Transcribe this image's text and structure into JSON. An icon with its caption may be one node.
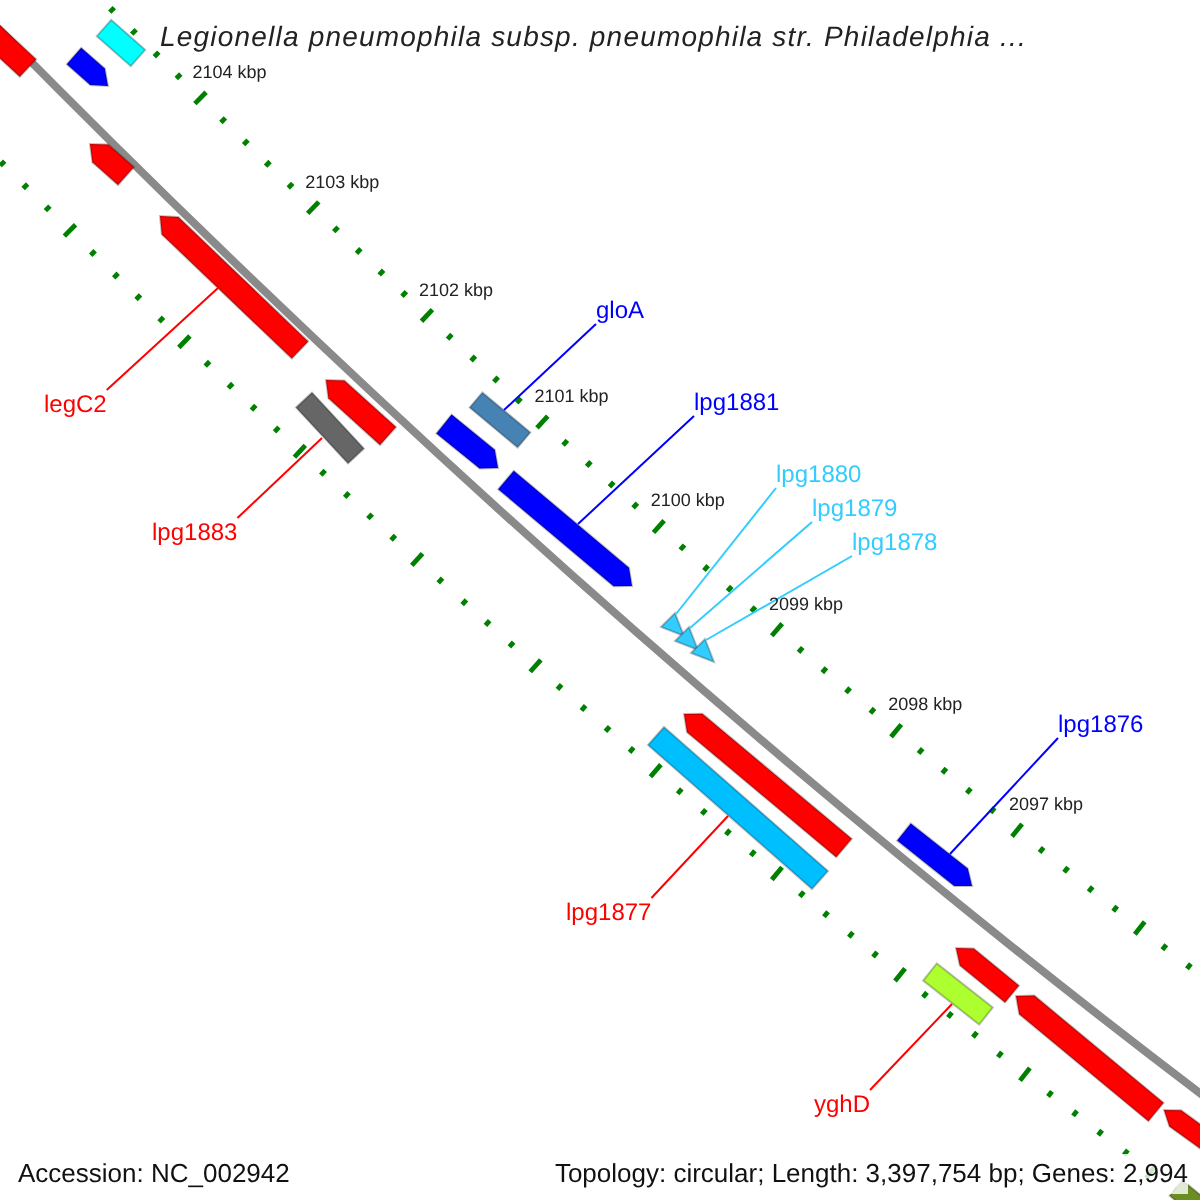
{
  "diagram": {
    "title": "Legionella pneumophila subsp. pneumophila str. Philadelphia ...",
    "nodes": [
      {
        "text": [
          "gloA"
        ]
      },
      {
        "text": [
          "legC2"
        ]
      },
      {
        "text": [
          "lpg1881"
        ]
      },
      {
        "text": [
          "lpg1880"
        ]
      },
      {
        "text": [
          "lpg1879"
        ]
      },
      {
        "text": [
          "lpg1883"
        ]
      },
      {
        "text": [
          "lpg1878"
        ]
      },
      {
        "text": [
          "lpg1876"
        ]
      },
      {
        "text": [
          "lpg1877"
        ]
      },
      {
        "text": [
          "yghD"
        ]
      },
      {
        "text": [],
        "shape": "box"
      },
      {
        "text": [],
        "shape": "arrow"
      },
      {
        "text": [],
        "shape": "arrow"
      },
      {
        "text": [],
        "shape": "triangle"
      },
      {
        "text": [],
        "shape": "triangle"
      },
      {
        "text": [],
        "shape": "box"
      },
      {
        "text": [],
        "shape": "triangle"
      },
      {
        "text": [],
        "shape": "arrow"
      },
      {
        "text": [],
        "shape": "box"
      },
      {
        "text": [],
        "shape": "box"
      },
      {
        "text": [],
        "shape": "box"
      },
      {
        "text": [],
        "shape": "arrow"
      },
      {
        "text": [],
        "shape": "box"
      },
      {
        "text": [],
        "shape": "arrow"
      },
      {
        "text": [],
        "shape": "arrow"
      },
      {
        "text": [],
        "shape": "arrow"
      },
      {
        "text": [],
        "shape": "arrow"
      },
      {
        "text": [],
        "shape": "arrow"
      },
      {
        "text": [],
        "shape": "arrow"
      },
      {
        "text": [],
        "shape": "arrow"
      },
      {
        "text": [],
        "shape": "box"
      }
    ],
    "edges": [
      {
        "from": 0,
        "to": 10,
        "arrow": "none",
        "color": "#0000ff"
      },
      {
        "from": 1,
        "to": 11,
        "arrow": "none"
      },
      {
        "from": 2,
        "to": 12,
        "arrow": "none",
        "color": "#0000ff"
      },
      {
        "from": 3,
        "to": 13,
        "arrow": "none",
        "color": "#33ccff"
      },
      {
        "from": 4,
        "to": 14,
        "arrow": "none",
        "color": "#33ccff"
      },
      {
        "from": 5,
        "to": 15,
        "arrow": "none"
      },
      {
        "from": 6,
        "to": 16,
        "arrow": "none",
        "color": "#33ccff"
      },
      {
        "from": 7,
        "to": 17,
        "arrow": "none",
        "color": "#0000ff"
      },
      {
        "from": 8,
        "to": 18,
        "arrow": "none"
      },
      {
        "from": 9,
        "to": 19,
        "arrow": "none"
      }
    ],
    "labels": [
      "2104 kbp",
      "2103 kbp",
      "2102 kbp",
      "2101 kbp",
      "2100 kbp",
      "2099 kbp",
      "2098 kbp",
      "2097 kbp",
      "Accession: NC_002942",
      "Topology: circular; Length: 3,397,754 bp; Genes: 2,994"
    ]
  }
}
